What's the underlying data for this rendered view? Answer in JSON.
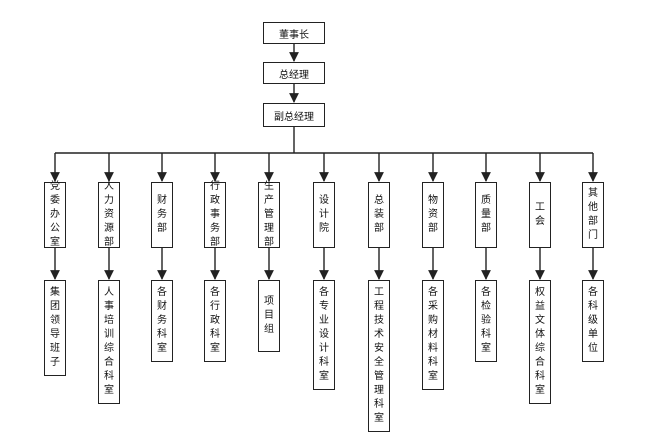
{
  "chairman": "董事长",
  "general_manager": "总经理",
  "deputy_manager": "副总经理",
  "departments": [
    {
      "name": "党委办公室",
      "sub": "集团领导班子"
    },
    {
      "name": "人力资源部",
      "sub": "人事培训综合科室"
    },
    {
      "name": "财务部",
      "sub": "各财务科室"
    },
    {
      "name": "行政事务部",
      "sub": "各行政科室"
    },
    {
      "name": "生产管理部",
      "sub": "项目组"
    },
    {
      "name": "设计院",
      "sub": "各专业设计科室"
    },
    {
      "name": "总装部",
      "sub": "工程技术安全管理科室"
    },
    {
      "name": "物资部",
      "sub": "各采购材料科室"
    },
    {
      "name": "质量部",
      "sub": "各检验科室"
    },
    {
      "name": "工会",
      "sub": "权益文体综合科室"
    },
    {
      "name": "其他部门",
      "sub": "各科级单位"
    }
  ]
}
